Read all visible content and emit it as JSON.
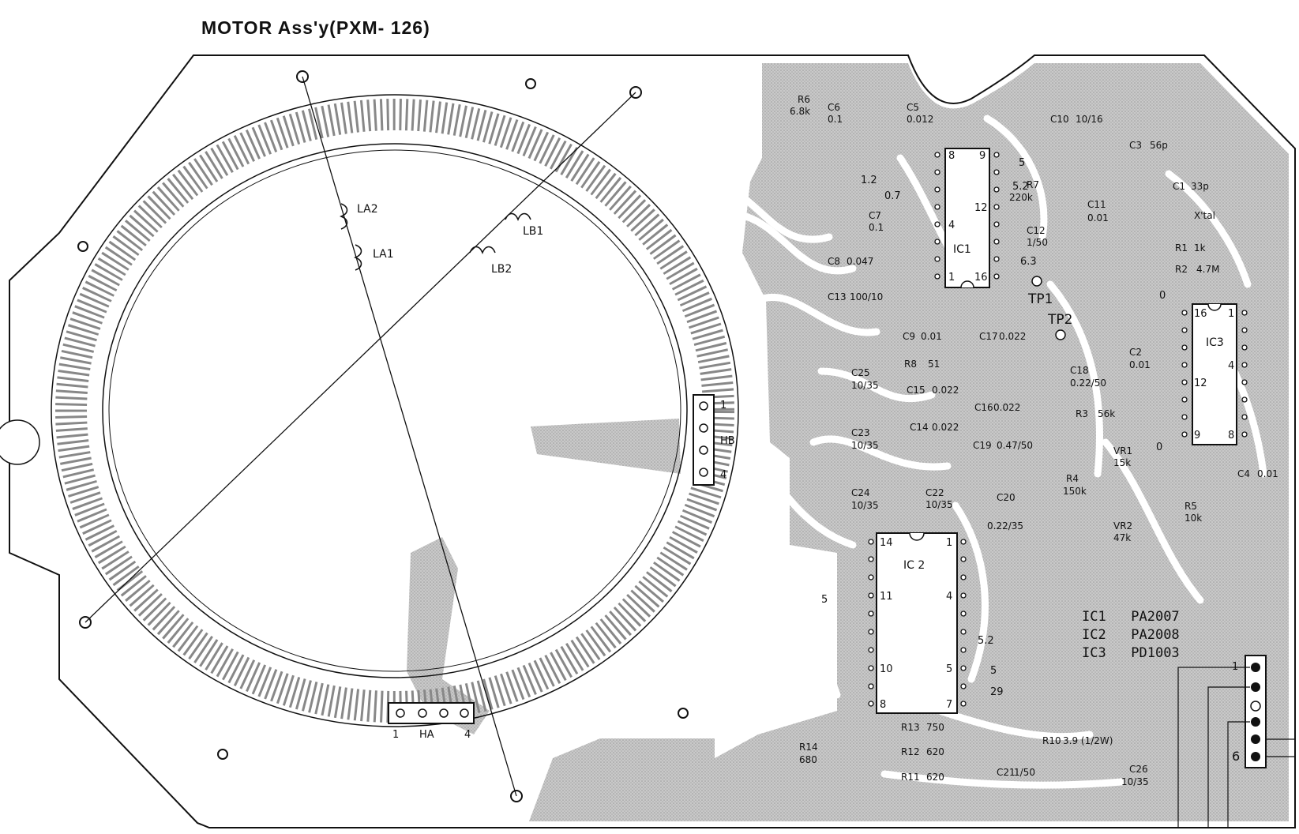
{
  "title": "MOTOR Ass'y(PXM- 126)",
  "ic_list": [
    {
      "ref": "IC1",
      "part": "PA2007"
    },
    {
      "ref": "IC2",
      "part": "PA2008"
    },
    {
      "ref": "IC3",
      "part": "PD1003"
    }
  ],
  "coils": [
    "LA2",
    "LA1",
    "LB1",
    "LB2"
  ],
  "hall_connectors": {
    "hb": {
      "label": "HB",
      "pin_first": "1",
      "pin_last": "4"
    },
    "ha": {
      "label": "HA",
      "pin_first": "4",
      "pin_last": "1"
    }
  },
  "test_points": [
    "TP1",
    "TP2"
  ],
  "chips": {
    "ic1": {
      "label": "IC1",
      "pins": [
        "8",
        "9",
        "4",
        "12",
        "1",
        "16"
      ]
    },
    "ic2": {
      "label": "IC 2",
      "pins": [
        "14",
        "1",
        "11",
        "4",
        "10",
        "5",
        "8",
        "7"
      ]
    },
    "ic3": {
      "label": "IC3",
      "pins": [
        "16",
        "1",
        "4",
        "12",
        "9",
        "8"
      ]
    }
  },
  "components": [
    {
      "ref": "R6",
      "value": "6.8k"
    },
    {
      "ref": "C6",
      "value": "0.1"
    },
    {
      "ref": "C5",
      "value": "0.012"
    },
    {
      "ref": "C10",
      "value": "10/16"
    },
    {
      "ref": "C3",
      "value": "56p"
    },
    {
      "ref": "C1",
      "value": "33p"
    },
    {
      "ref": "X'tal",
      "value": ""
    },
    {
      "ref": "R1",
      "value": "1k"
    },
    {
      "ref": "R2",
      "value": "4.7M"
    },
    {
      "ref": "R7",
      "value": "220k"
    },
    {
      "ref": "C11",
      "value": "0.01"
    },
    {
      "ref": "C12",
      "value": "1/50"
    },
    {
      "ref": "C7",
      "value": "0.1"
    },
    {
      "ref": "C8",
      "value": "0.047"
    },
    {
      "ref": "C13",
      "value": "100/10"
    },
    {
      "ref": "C9",
      "value": "0.01"
    },
    {
      "ref": "C17",
      "value": "0.022"
    },
    {
      "ref": "C2",
      "value": "0.01"
    },
    {
      "ref": "R8",
      "value": "51"
    },
    {
      "ref": "C18",
      "value": "0.22/50"
    },
    {
      "ref": "C25",
      "value": "10/35"
    },
    {
      "ref": "C15",
      "value": "0.022"
    },
    {
      "ref": "C16",
      "value": "0.022"
    },
    {
      "ref": "R3",
      "value": "56k"
    },
    {
      "ref": "C14",
      "value": "0.022"
    },
    {
      "ref": "C23",
      "value": "10/35"
    },
    {
      "ref": "C19",
      "value": "0.47/50"
    },
    {
      "ref": "VR1",
      "value": "15k"
    },
    {
      "ref": "C4",
      "value": "0.01"
    },
    {
      "ref": "C24",
      "value": "10/35"
    },
    {
      "ref": "C22",
      "value": "10/35"
    },
    {
      "ref": "R4",
      "value": "150k"
    },
    {
      "ref": "C20",
      "value": "0.22/35"
    },
    {
      "ref": "R5",
      "value": "10k"
    },
    {
      "ref": "VR2",
      "value": "47k"
    },
    {
      "ref": "R13",
      "value": "750"
    },
    {
      "ref": "R14",
      "value": "680"
    },
    {
      "ref": "R12",
      "value": "620"
    },
    {
      "ref": "R11",
      "value": "620"
    },
    {
      "ref": "R10",
      "value": "3.9 (1/2W)"
    },
    {
      "ref": "C21",
      "value": "1/50"
    },
    {
      "ref": "C26",
      "value": "10/35"
    }
  ],
  "voltage_marks": [
    "1.2",
    "0.7",
    "5",
    "5.2",
    "6.3",
    "5",
    "5.2",
    "5",
    "29",
    "0",
    "0"
  ],
  "connector_pins": {
    "first": "1",
    "last": "6"
  }
}
